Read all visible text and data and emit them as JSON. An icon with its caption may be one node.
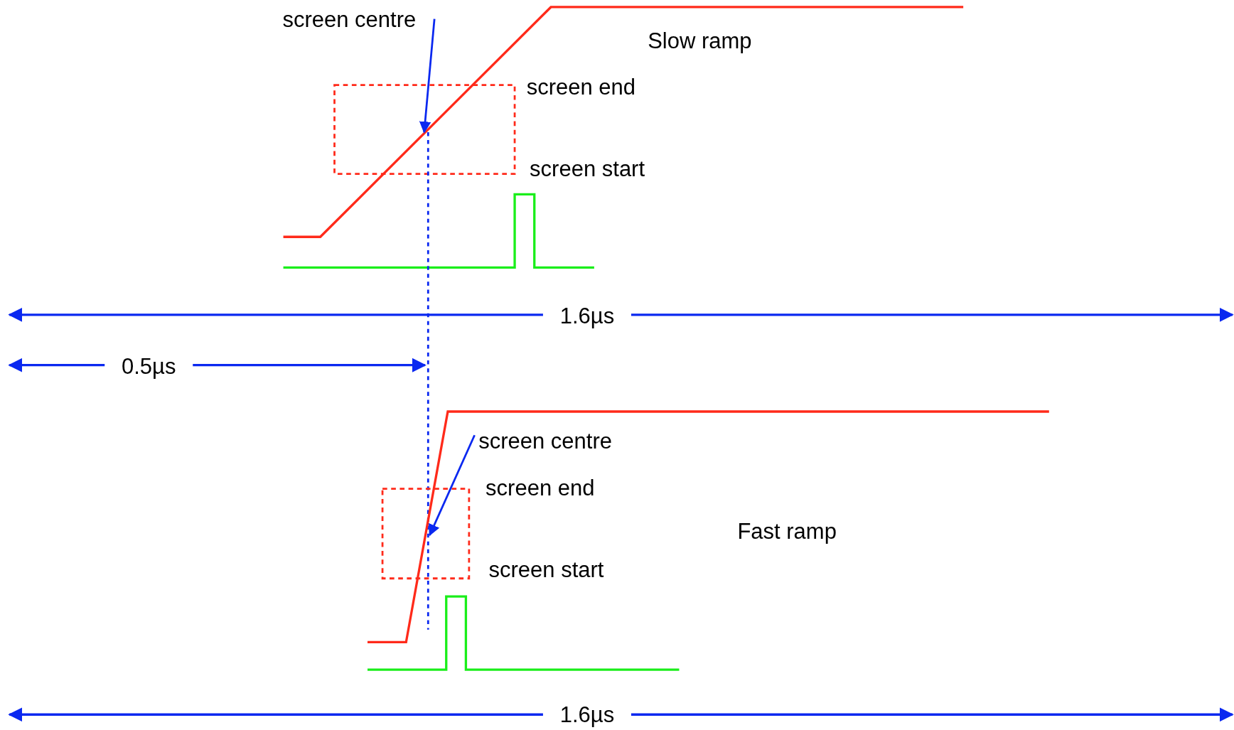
{
  "diagram": {
    "nodes": [
      {
        "text": [
          "screen centre"
        ]
      },
      {
        "text": [
          "screen centre"
        ]
      }
    ],
    "edges": [
      {
        "from": 0,
        "to": null,
        "arrow": "to"
      },
      {
        "from": 1,
        "to": null,
        "arrow": "to"
      }
    ],
    "labels": [
      "Slow ramp",
      "screen end",
      "screen start",
      "1.6µs",
      "0.5µs",
      "screen end",
      "Fast ramp",
      "screen start",
      "1.6µs"
    ]
  }
}
